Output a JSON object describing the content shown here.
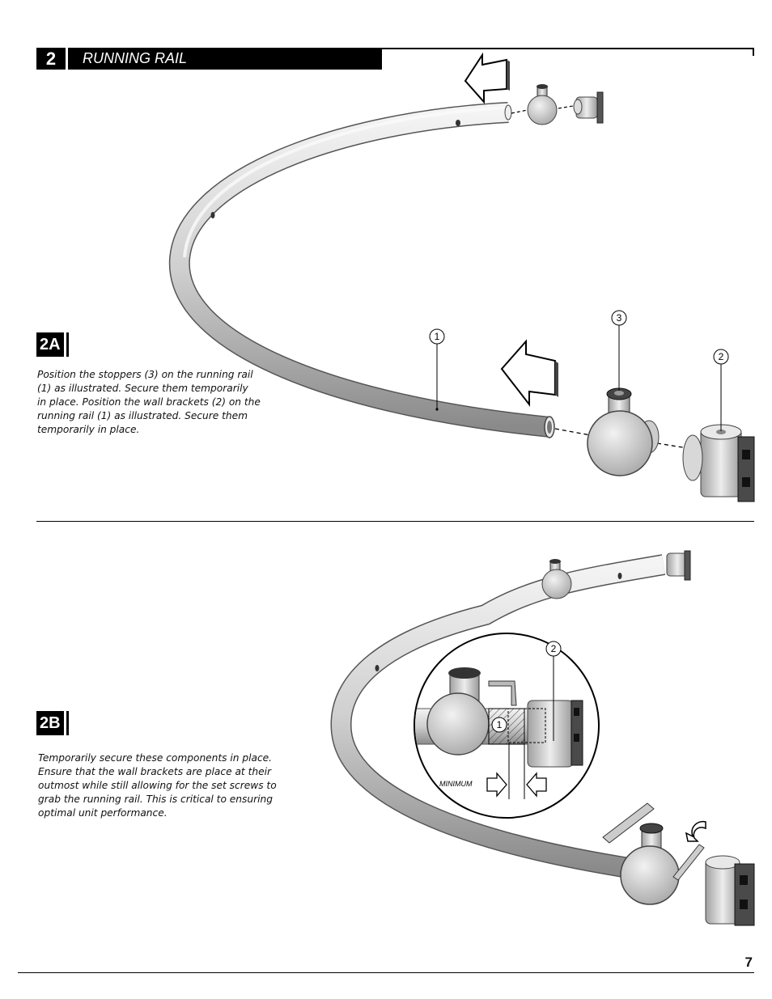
{
  "header": {
    "step_number": "2",
    "step_title": "RUNNING RAIL"
  },
  "section_a": {
    "badge": "2A",
    "instructions": [
      "Position the stoppers (3) on the running rail",
      "(1) as illustrated. Secure them temporarily",
      "in place. Position the wall brackets (2) on the",
      "running rail (1) as illustrated. Secure them",
      "temporarily in place."
    ],
    "callouts": [
      "1",
      "3",
      "2"
    ]
  },
  "section_b": {
    "badge": "2B",
    "instructions": [
      "Temporarily secure these components in place.",
      "Ensure that the wall brackets are place at their",
      "outmost while still allowing for the set screws to",
      "grab the running rail. This is critical to ensuring",
      "optimal unit performance."
    ],
    "callouts": [
      "2",
      "1"
    ],
    "detail_label": "MINIMUM"
  },
  "footer": {
    "page_number": "7"
  },
  "colors": {
    "ink": "#000000",
    "metal_light": "#e6e6e6",
    "metal_mid": "#bdbdbd",
    "metal_dark": "#7a7a7a"
  }
}
